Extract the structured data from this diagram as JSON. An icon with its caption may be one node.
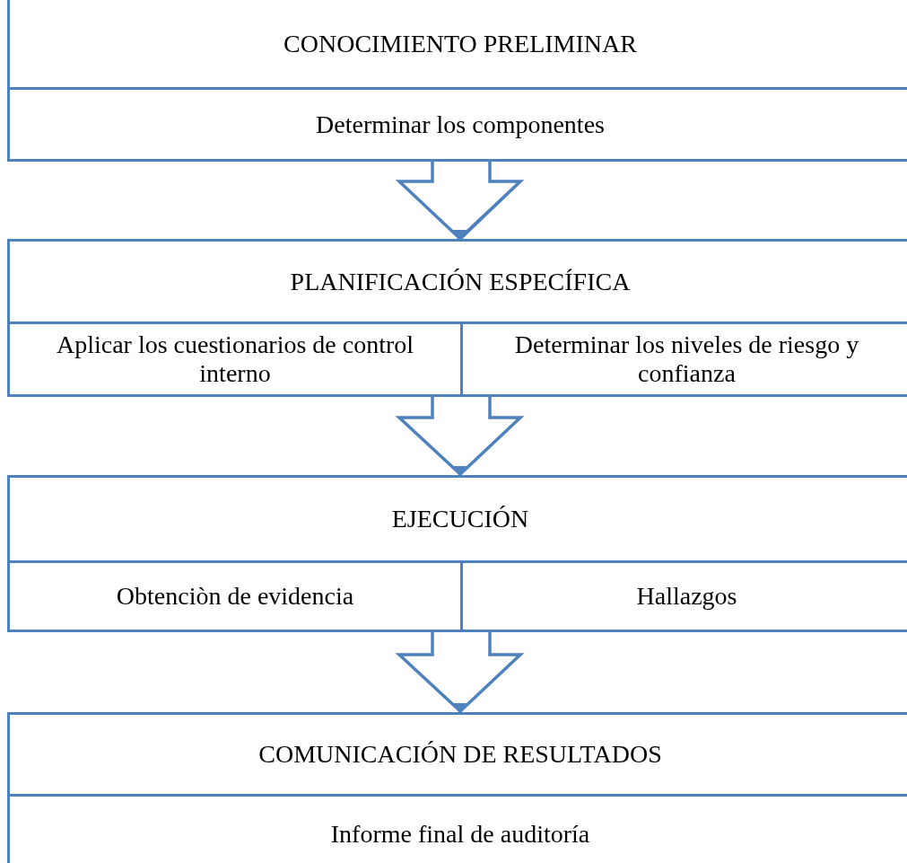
{
  "diagram": {
    "nodes": [
      {
        "text": [
          "CONOCIMIENTO PRELIMINAR"
        ]
      },
      {
        "text": [
          "Determinar los componentes"
        ]
      },
      {
        "text": [
          "PLANIFICACIÓN ESPECÍFICA"
        ]
      },
      {
        "text": [
          "Aplicar los cuestionarios de control interno"
        ]
      },
      {
        "text": [
          "Determinar los niveles de riesgo y confianza"
        ]
      },
      {
        "text": [
          "EJECUCIÓN"
        ]
      },
      {
        "text": [
          "Obtenciòn de evidencia"
        ]
      },
      {
        "text": [
          "Hallazgos"
        ]
      },
      {
        "text": [
          "COMUNICACIÓN DE RESULTADOS"
        ]
      },
      {
        "text": [
          "Informe final de auditoría"
        ]
      }
    ],
    "edges": [
      {
        "from": 1,
        "to": 2,
        "arrow": "to"
      },
      {
        "from": 3,
        "to": 5,
        "arrow": "to"
      },
      {
        "from": 4,
        "to": 5,
        "arrow": "to"
      },
      {
        "from": 6,
        "to": 8,
        "arrow": "to"
      },
      {
        "from": 7,
        "to": 8,
        "arrow": "to"
      }
    ]
  }
}
